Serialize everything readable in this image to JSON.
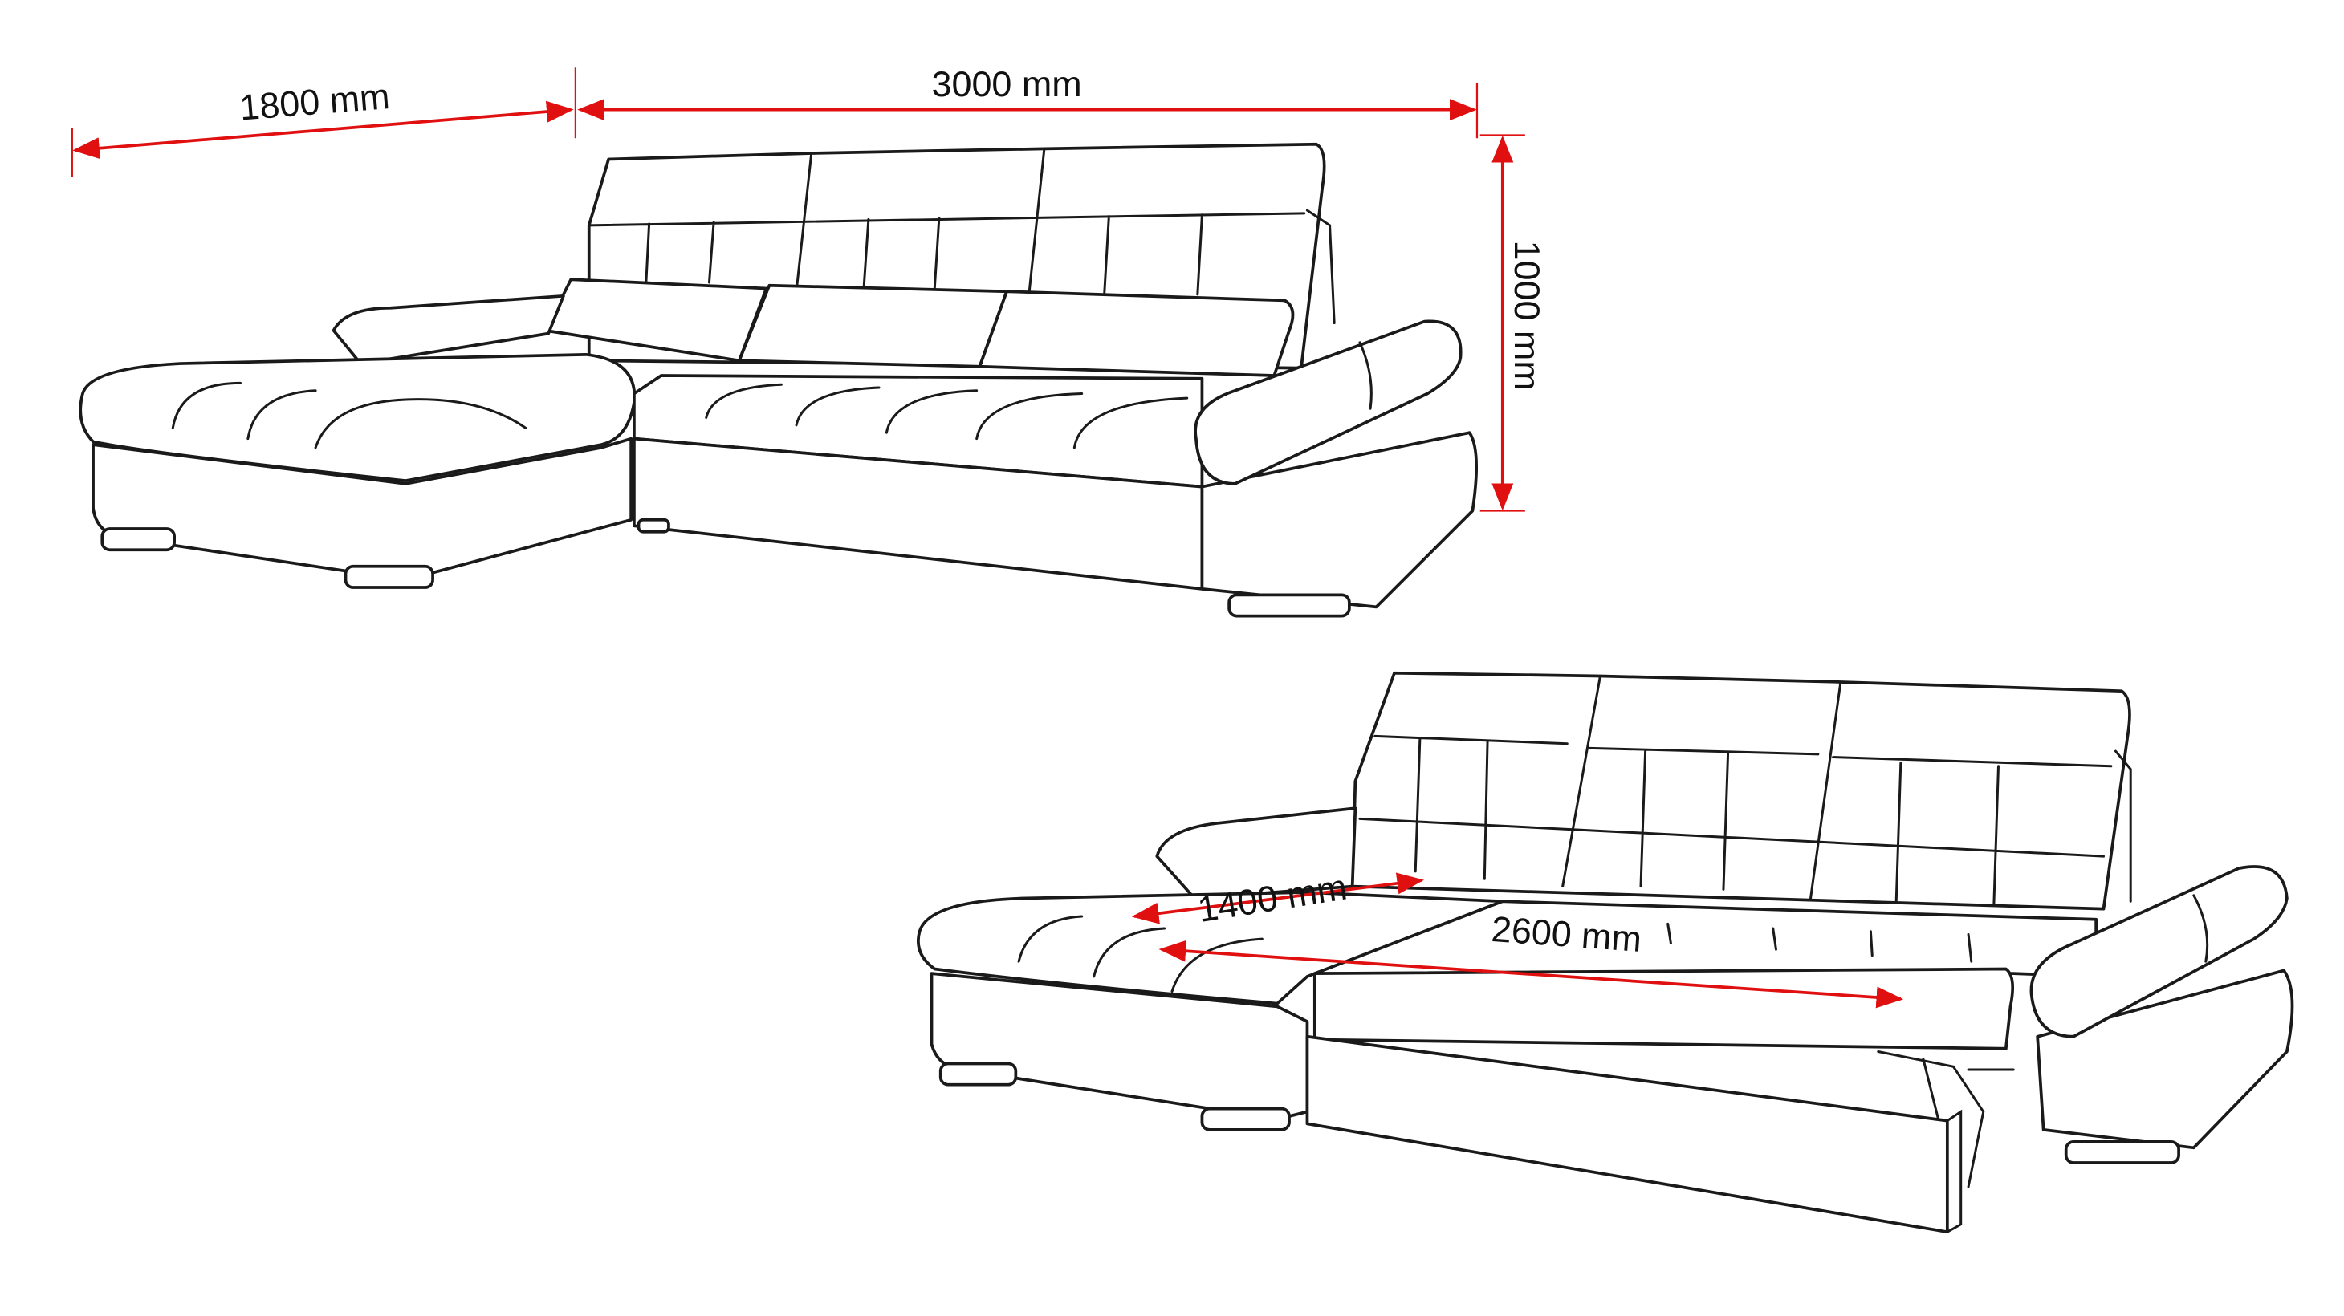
{
  "dimensions": {
    "chaise_length": "1800 mm",
    "total_width": "3000 mm",
    "height": "1000 mm",
    "bed_depth": "1400 mm",
    "bed_length": "2600 mm"
  },
  "colors": {
    "dimension_line": "#e01010",
    "outline": "#1a1a1a",
    "background": "#ffffff"
  }
}
